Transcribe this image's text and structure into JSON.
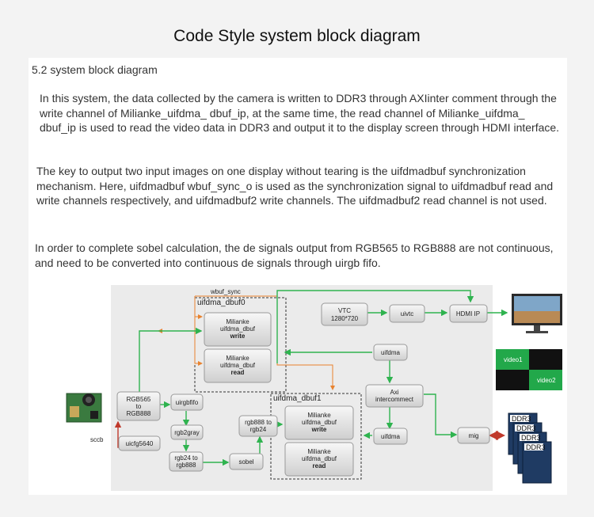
{
  "page": {
    "title": "Code Style system block diagram",
    "section_heading": "5.2 system block diagram",
    "paragraphs": [
      "In this system, the data collected by the camera is written to DDR3 through AXIinter comment through the write channel of Milianke_uifdma_ dbuf_ip, at the same time, the read channel of Milianke_uifdma_ dbuf_ip is used to read the video data in DDR3 and output it to the display screen through HDMI interface.",
      "The key to output two input images on one display without tearing is the uifdmadbuf synchronization mechanism. Here, uifdmadbuf wbuf_sync_o is used as the synchronization signal to uifdmadbuf read and write channels respectively, and uifdmadbuf2 write channels. The uifdmadbuf2 read channel is not used.",
      "In order to complete sobel calculation, the de signals output from RGB565 to RGB888 are not continuous, and need to be converted into continuous de signals through uirgb fifo."
    ]
  },
  "diagram": {
    "wbuf_sync_label": "wbuf_sync",
    "group_dbuf0": "uifdma_dbuf0",
    "group_dbuf1": "uifdma_dbuf1",
    "dbuf0_write": [
      "Milianke",
      "uifdma_dbuf",
      "write"
    ],
    "dbuf0_read": [
      "Milianke",
      "uifdma_dbuf",
      "read"
    ],
    "dbuf1_write": [
      "Milianke",
      "uifdma_dbuf",
      "write"
    ],
    "dbuf1_read": [
      "Milianke",
      "uifdma_dbuf",
      "read"
    ],
    "vtc": [
      "VTC",
      "1280*720"
    ],
    "uivtc": "uivtc",
    "hdmi_ip": "HDMI IP",
    "uifdma_top": "uifdma",
    "axi": [
      "Axi",
      "intercommect"
    ],
    "uifdma_bottom": "uifdma",
    "mig": "mig",
    "rgb565": [
      "RGB565",
      "to",
      "RGB888"
    ],
    "uirgbfifo": "uirgbfifo",
    "rgb2gray": "rgb2gray",
    "rgb24_to_rgb888": [
      "rgb24 to",
      "rgb888"
    ],
    "sobel": "sobel",
    "rgb888_to_rgb24": [
      "rgb888 to",
      "rgb24"
    ],
    "uicfg5640": "uicfg5640",
    "sccb": "sccb",
    "video1": "video1",
    "video2": "video2",
    "ddr3": [
      "DDR3",
      "DDR3",
      "DDR3",
      "DDR3"
    ]
  },
  "colors": {
    "green_line": "#2fb34f",
    "orange_line": "#e8822e",
    "red_line": "#c0392b",
    "ddr3_fill": "#1f3b63",
    "video_green": "#22a84a"
  }
}
